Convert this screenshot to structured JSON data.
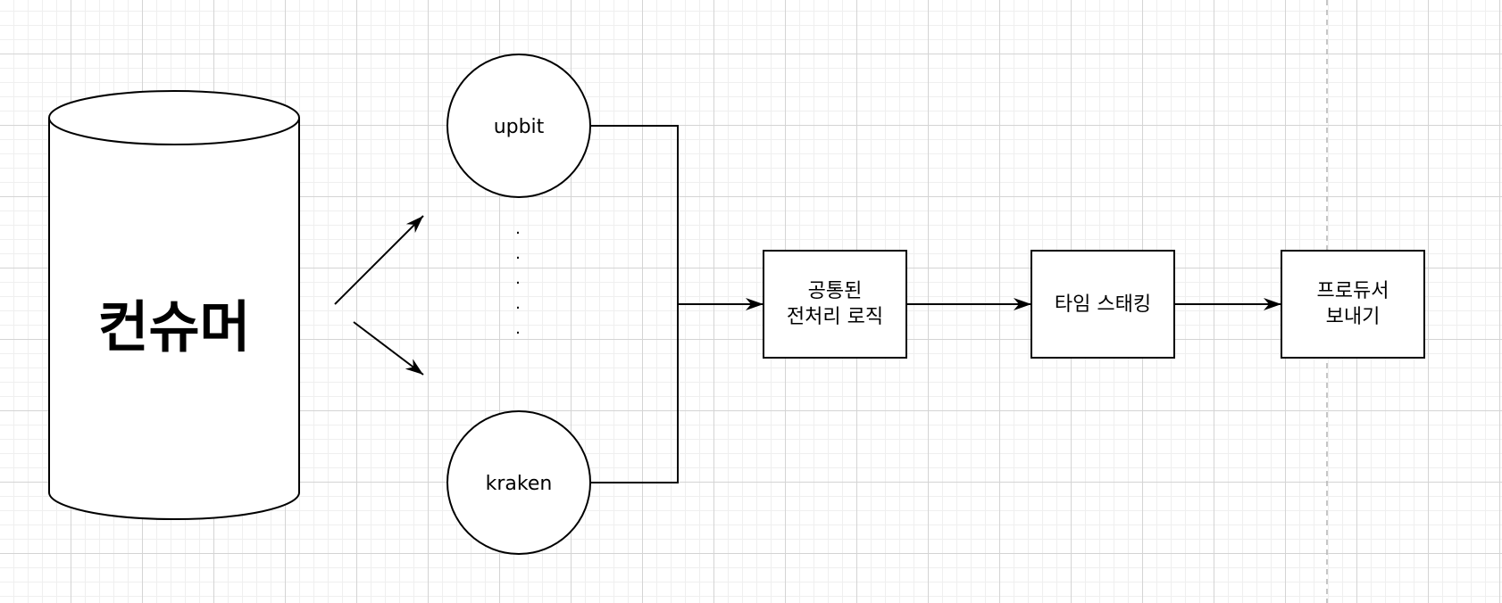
{
  "diagram": {
    "cylinder": {
      "label": "컨슈머"
    },
    "circles": {
      "top": {
        "label": "upbit"
      },
      "bottom": {
        "label": "kraken"
      }
    },
    "boxes": {
      "preprocess": {
        "line1": "공통된",
        "line2": "전처리 로직"
      },
      "stacking": {
        "label": "타임 스태킹"
      },
      "producer": {
        "line1": "프로듀서",
        "line2": "보내기"
      }
    },
    "ellipsis": ".",
    "colors": {
      "stroke": "#000000",
      "fill": "#ffffff",
      "grid_major": "#d4d4d4",
      "grid_minor": "#efefef",
      "page_break": "#b3b3b3"
    }
  }
}
